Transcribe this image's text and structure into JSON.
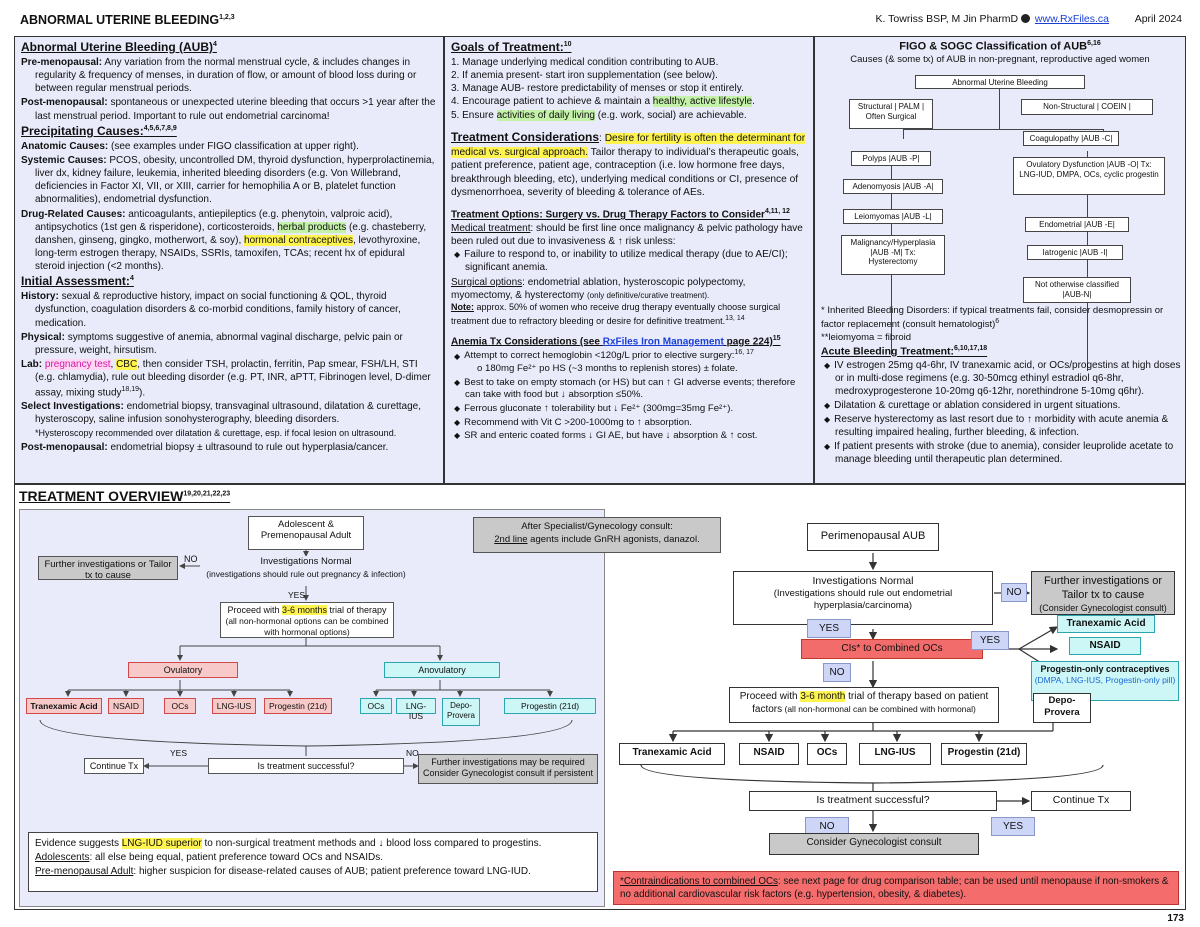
{
  "header": {
    "title": "ABNORMAL UTERINE BLEEDING",
    "title_refs": "1,2,3",
    "authors": "K. Towriss BSP, M Jin PharmD",
    "website": "www.RxFiles.ca",
    "date": "April 2024"
  },
  "aub": {
    "heading": "Abnormal Uterine Bleeding (AUB)",
    "heading_ref": "4",
    "premeno_label": "Pre-menopausal:",
    "premeno_text": " Any variation from the normal menstrual cycle, & includes changes in regularity & frequency of menses, in duration of flow, or amount of blood loss during or between regular menstrual periods.",
    "postmeno_label": "Post-menopausal:",
    "postmeno_text": " spontaneous or unexpected uterine bleeding that occurs >1 year after the last menstrual period. Important to rule out endometrial carcinoma!",
    "precip_heading": "Precipitating Causes:",
    "precip_ref": "4,5,6,7,8,9",
    "anatomic_label": "Anatomic Causes:",
    "anatomic_text": " (see examples under FIGO classification at upper right).",
    "systemic_label": "Systemic Causes:",
    "systemic_text": " PCOS, obesity, uncontrolled DM, thyroid dysfunction, hyperprolactinemia, liver dx, kidney failure, leukemia, inherited bleeding disorders (e.g. Von Willebrand, deficiencies in Factor XI, VII, or XIII, carrier for hemophilia A or B, platelet function abnormalities), endometrial dysfunction.",
    "drug_label": "Drug-Related Causes:",
    "drug_text_1": " anticoagulants, antiepileptics (e.g. phenytoin, valproic acid), antipsychotics (1st gen & risperidone), corticosteroids, ",
    "drug_hl_herbal": "herbal products",
    "drug_text_2": " (e.g. chasteberry, danshen, ginseng, gingko, motherwort, & soy), ",
    "drug_hl_hormonal": "hormonal contraceptives",
    "drug_text_3": ", levothyroxine, long-term estrogen therapy, NSAIDs, SSRIs, tamoxifen, TCAs; recent hx of epidural steroid injection (<2 months).",
    "initial_heading": "Initial Assessment:",
    "initial_ref": "4",
    "history_label": "History:",
    "history_text": " sexual & reproductive history, impact on social functioning & QOL, thyroid dysfunction, coagulation disorders & co-morbid conditions, family history of cancer, medication.",
    "physical_label": "Physical:",
    "physical_text": " symptoms suggestive of anemia, abnormal vaginal discharge, pelvic pain or pressure, weight, hirsutism.",
    "lab_label": "Lab:",
    "lab_hl_preg": "pregnancy test",
    "lab_hl_cbc": "CBC",
    "lab_text": ", then consider TSH, prolactin, ferritin, Pap smear, FSH/LH, STI (e.g. chlamydia), rule out bleeding disorder (e.g. PT, INR, aPTT, Fibrinogen level, D-dimer assay, mixing study",
    "lab_ref": "18,19",
    "lab_end": ").",
    "select_label": "Select Investigations:",
    "select_text": " endometrial biopsy, transvaginal ultrasound, dilatation & curettage, hysteroscopy, saline infusion sonohysterography, bleeding disorders.",
    "select_note": "*Hysteroscopy recommended over dilatation & curettage, esp. if focal lesion on ultrasound.",
    "post_label": "Post-menopausal:",
    "post_text": " endometrial biopsy ± ultrasound to rule out hyperplasia/cancer."
  },
  "goals": {
    "heading": "Goals of Treatment:",
    "heading_ref": "10",
    "items": [
      "1. Manage underlying medical condition contributing to AUB.",
      "2. If anemia present- start iron supplementation (see below).",
      "3. Manage AUB- restore predictability of menses or stop it entirely."
    ],
    "item4_pre": "4. Encourage patient to achieve & maintain a ",
    "item4_hl": "healthy, active lifestyle",
    "item4_post": ".",
    "item5_pre": "5. Ensure ",
    "item5_hl": "activities of daily living",
    "item5_post": " (e.g. work, social) are achievable.",
    "tc_heading": "Treatment Considerations",
    "tc_hl": "Desire for fertility is often the determinant for medical vs. surgical approach.",
    "tc_text": " Tailor therapy to individual’s therapeutic goals, patient preference, patient age, contraception (i.e. low hormone free days, breakthrough bleeding, etc), underlying medical conditions or CI, presence of dysmenorrhoea, severity of bleeding & tolerance of AEs.",
    "to_heading": "Treatment Options: Surgery vs. Drug Therapy Factors to Consider",
    "to_ref": "4,11, 12",
    "med_label": "Medical treatment",
    "med_text": ": should be first line once malignancy & pelvic pathology have been ruled out due to invasiveness & ↑ risk unless:",
    "med_bullet": "Failure to respond to, or inability to utilize medical therapy (due to AE/CI); significant anemia.",
    "surg_label": "Surgical options",
    "surg_text": ":  endometrial ablation, hysteroscopic polypectomy, myomectomy, & hysterectomy ",
    "surg_small": "(only definitive/curative treatment).",
    "note_label": "Note:",
    "note_text": " approx. 50% of women who receive drug therapy eventually choose surgical treatment due to refractory bleeding or desire for definitive treatment.",
    "note_ref": "13, 14",
    "anemia_heading_pre": "Anemia Tx Considerations (see ",
    "anemia_link": "RxFiles Iron Management",
    "anemia_heading_post": " page 224)",
    "anemia_ref": "15",
    "anemia_b1": "Attempt to correct hemoglobin <120g/L prior to elective surgery:",
    "anemia_b1_ref": "16, 17",
    "anemia_b1_sub": "o  180mg Fe²⁺ po HS (~3 months to replenish stores) ± folate.",
    "anemia_b2": "Best to take on empty stomach (or HS) but can ↑ GI adverse events; therefore can take with food but ↓ absorption ≤50%.",
    "anemia_b3": "Ferrous gluconate ↑ tolerability but ↓ Fe²⁺ (300mg=35mg Fe²⁺).",
    "anemia_b4": "Recommend with Vit C >200-1000mg to ↑ absorption.",
    "anemia_b5": "SR and enteric coated forms ↓ GI AE, but have ↓ absorption & ↑ cost."
  },
  "figo": {
    "heading": "FIGO & SOGC Classification of AUB",
    "heading_ref": "6,16",
    "subtitle": "Causes (& some tx) of AUB in non-pregnant, reproductive aged women",
    "root": "Abnormal Uterine Bleeding",
    "structural": "Structural | PALM | Often Surgical",
    "non_structural": "Non-Structural | COEIN |",
    "polyps": "Polyps |AUB -P|",
    "adenomyosis": "Adenomyosis |AUB -A|",
    "leiomyomas": "Leiomyomas |AUB -L|",
    "malignancy": "Malignancy/Hyperplasia |AUB -M| Tx: Hysterectomy",
    "coagulopathy": "Coagulopathy |AUB -C|",
    "ovulatory": "Ovulatory Dysfunction |AUB -O| Tx: LNG-IUD, DMPA, OCs, cyclic progestin",
    "endometrial": "Endometrial |AUB -E|",
    "iatrogenic": "Iatrogenic |AUB -I|",
    "not_classified": "Not otherwise classified |AUB-N|",
    "note1": "* Inherited Bleeding Disorders: if typical treatments fail, consider desmopressin or factor replacement (consult hematologist)",
    "note1_ref": "6",
    "note2": "**leiomyoma = fibroid",
    "acute_heading": "Acute Bleeding Treatment:",
    "acute_ref": "6,10,17,18",
    "acute_b1": "IV estrogen 25mg q4-6hr, IV tranexamic acid, or OCs/progestins at high doses or in multi-dose regimens (e.g. 30-50mcg ethinyl estradiol q6-8hr, medroxyprogesterone 10-20mg q6-12hr, norethindrone 5-10mg q6hr).",
    "acute_b2": "Dilatation & curettage or ablation considered in urgent situations.",
    "acute_b3": "Reserve hysterectomy as last resort due to ↑ morbidity with acute anemia & resulting impaired healing, further bleeding, & infection.",
    "acute_b4": "If patient presents with stroke (due to anemia), consider leuprolide acetate to manage bleeding until therapeutic plan determined."
  },
  "overview": {
    "heading": "TREATMENT OVERVIEW",
    "heading_ref": "19,20,21,22,23",
    "left": {
      "start": "Adolescent & Premenopausal Adult",
      "further": "Further investigations or Tailor tx to cause",
      "no1": "NO",
      "investigations": "Investigations Normal",
      "investigations_sub": "(investigations should rule out pregnancy & infection)",
      "yes1": "YES",
      "proceed_pre": "Proceed with ",
      "proceed_hl": "3-6 months",
      "proceed_post": " trial of therapy",
      "proceed_sub": "(all non-hormonal options can be combined with hormonal options)",
      "ovulatory": "Ovulatory",
      "anovulatory": "Anovulatory",
      "ov_opts": [
        "Tranexamic Acid",
        "NSAID",
        "OCs",
        "LNG-IUS",
        "Progestin (21d)"
      ],
      "anov_opts": [
        "OCs",
        "LNG-IUS",
        "Depo-Provera",
        "Progestin (21d)"
      ],
      "continue": "Continue Tx",
      "yes2": "YES",
      "success": "Is treatment successful?",
      "no2": "NO",
      "further2": "Further investigations may be required Consider Gynecologist consult if persistent"
    },
    "specialist_line1": "After Specialist/Gynecology consult:",
    "specialist_line2_u": "2nd line",
    "specialist_line2": " agents include GnRH agonists, danazol.",
    "evidence_pre": "Evidence suggests ",
    "evidence_hl": "LNG-IUD superior",
    "evidence_post": " to non-surgical treatment methods and ↓ blood loss compared to progestins.",
    "adolescents_label": "Adolescents",
    "adolescents_text": ": all else being equal, patient preference toward OCs and NSAIDs.",
    "premeno_label": "Pre-menopausal Adult",
    "premeno_text": ": higher suspicion for disease-related causes of AUB; patient preference toward LNG-IUD.",
    "right": {
      "start": "Perimenopausal AUB",
      "investigations": "Investigations Normal",
      "investigations_sub": "(Investigations should rule out endometrial hyperplasia/carcinoma)",
      "no1": "NO",
      "further": "Further investigations or Tailor tx to cause",
      "further_sub": "(Consider Gynecologist consult)",
      "yes1": "YES",
      "cis": "CIs* to Combined OCs",
      "yes2": "YES",
      "tranexamic": "Tranexamic Acid",
      "nsaid": "NSAID",
      "progestin_only": "Progestin-only contraceptives",
      "progestin_only_sub": "(DMPA, LNG-IUS, Progestin-only pill)",
      "no2": "NO",
      "proceed_pre": "Proceed with ",
      "proceed_hl": "3-6 month",
      "proceed_post": " trial of therapy based on patient factors",
      "proceed_sub": " (all non-hormonal can be combined with hormonal)",
      "opts": [
        "Tranexamic Acid",
        "NSAID",
        "OCs",
        "LNG-IUS",
        "Progestin (21d)"
      ],
      "depo": "Depo-Provera",
      "success": "Is treatment successful?",
      "continue": "Continue Tx",
      "no3": "NO",
      "yes3": "YES",
      "consider": "Consider Gynecologist consult"
    },
    "ci_label": "*Contraindications to combined OCs",
    "ci_text": ": see next page for drug comparison table; can be used until menopause if non-smokers & no additional cardiovascular risk factors (e.g. hypertension, obesity, & diabetes)."
  },
  "page_number": "173"
}
